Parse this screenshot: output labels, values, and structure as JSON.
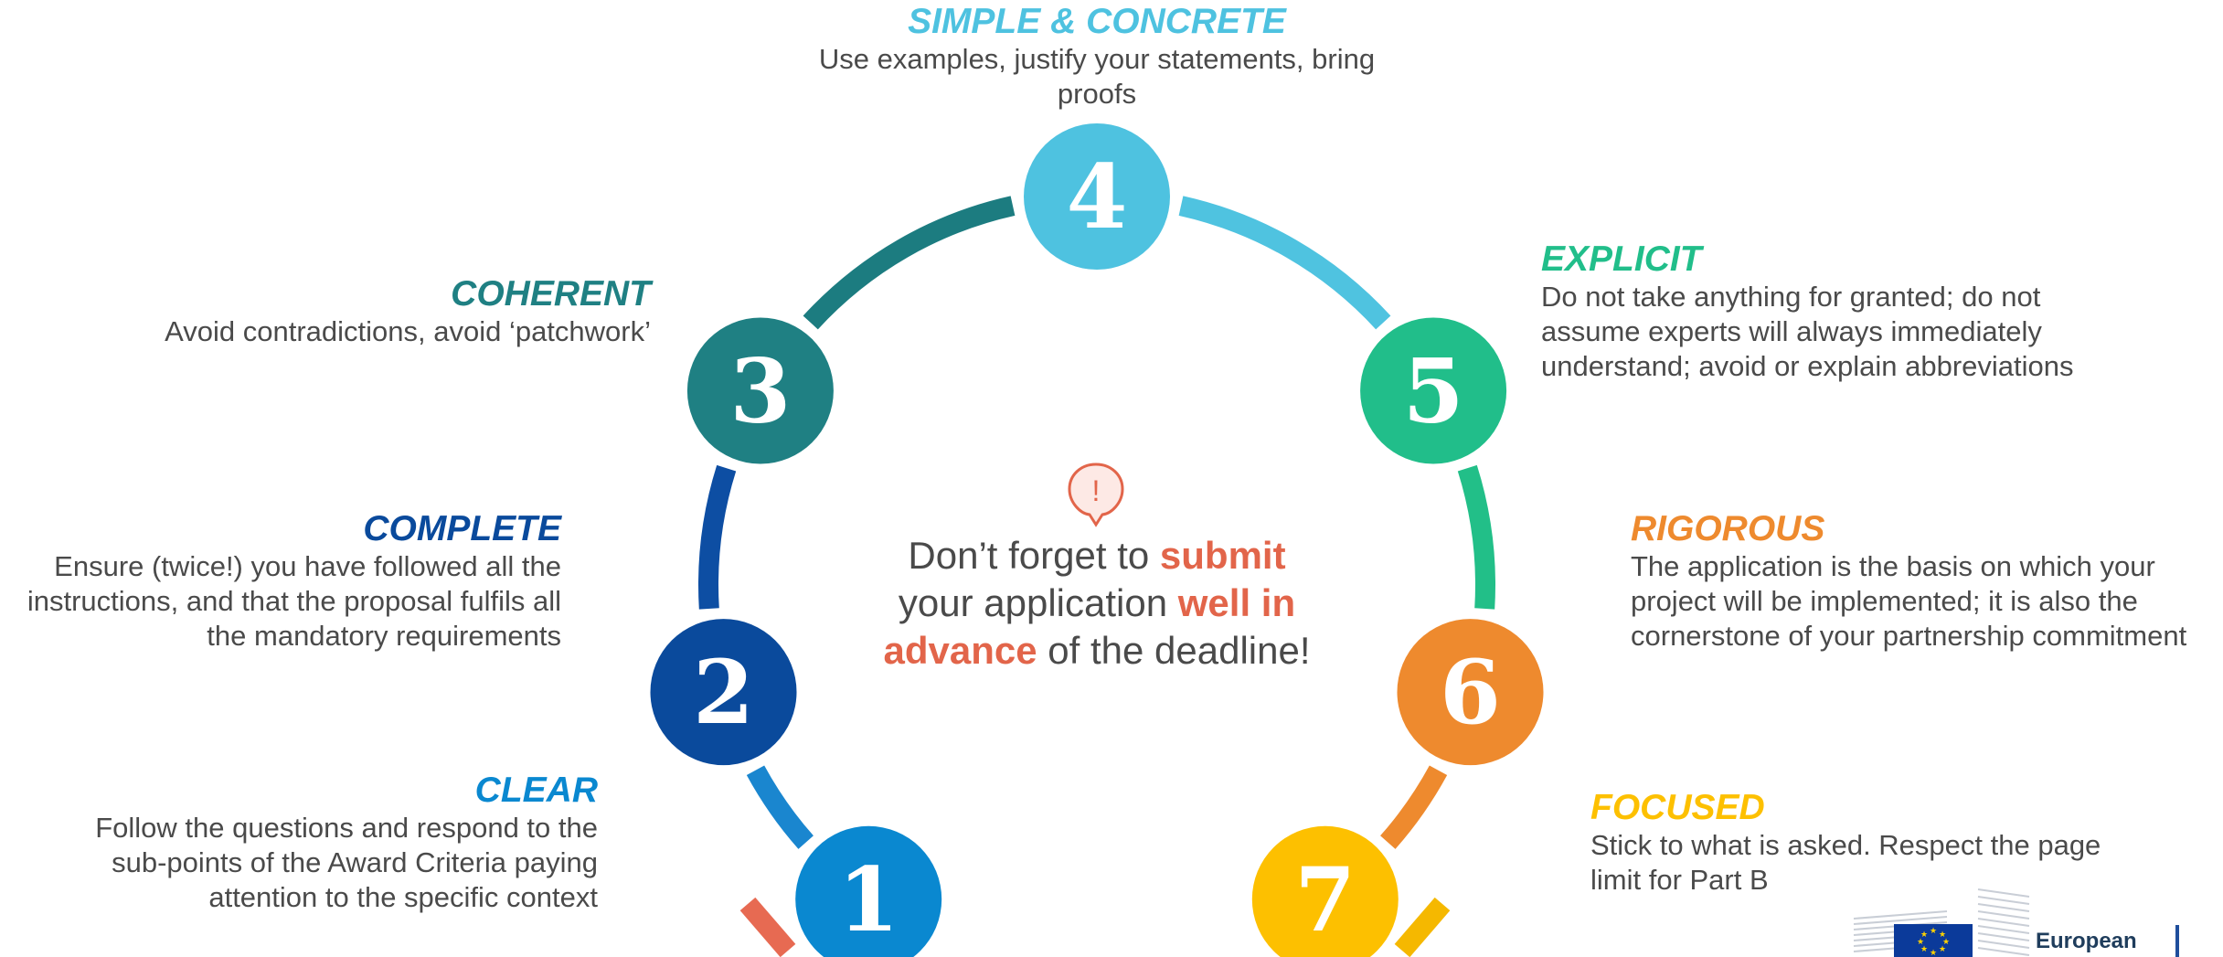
{
  "items": [
    {
      "num": "1",
      "title": "CLEAR",
      "desc": [
        "Follow the questions and respond to the",
        "sub-points of the Award Criteria paying",
        "attention to the specific context"
      ],
      "color": "#0a88d0"
    },
    {
      "num": "2",
      "title": "COMPLETE",
      "desc": [
        "Ensure (twice!) you have followed all the",
        "instructions, and that the proposal fulfils all",
        "the mandatory requirements"
      ],
      "color": "#0a4a9c"
    },
    {
      "num": "3",
      "title": "COHERENT",
      "desc": [
        "Avoid contradictions, avoid ‘patchwork’"
      ],
      "color": "#1f8083"
    },
    {
      "num": "4",
      "title": "SIMPLE & CONCRETE",
      "desc": [
        "Use examples, justify your statements, bring",
        "proofs"
      ],
      "color": "#4ec2e0"
    },
    {
      "num": "5",
      "title": "EXPLICIT",
      "desc": [
        "Do not take anything for granted; do not",
        "assume experts will always immediately",
        "understand; avoid  or explain abbreviations"
      ],
      "color": "#21be8a"
    },
    {
      "num": "6",
      "title": "RIGOROUS",
      "desc": [
        "The application is the basis on which your",
        "project will be implemented; it is also the",
        "cornerstone of your partnership commitment"
      ],
      "color": "#ee8a2e"
    },
    {
      "num": "7",
      "title": "FOCUSED",
      "desc": [
        "Stick to what is asked. Respect the page",
        "limit for Part B"
      ],
      "color": "#fdc000"
    }
  ],
  "center": {
    "icon": "speech-bubble-exclamation-icon",
    "icon_glyph": "!",
    "line1_a": "Don’t forget to ",
    "line1_b": "submit",
    "line2_a": "your application ",
    "line2_b": "well in",
    "line3_a": "advance",
    "line3_b": " of the deadline!"
  },
  "colors": {
    "highlight": "#e2654a",
    "seg_1_2": "#1a86cf",
    "seg_2_3": "#0d4ea3",
    "seg_3_4": "#1c7c80",
    "seg_4_5": "#4fc3e0",
    "seg_5_6": "#22bf88",
    "seg_6_7": "#ee8a2e",
    "tail_left": "#e76a52",
    "tail_right": "#f5b800"
  },
  "footer": {
    "org": "European",
    "logo": "european-commission-logo"
  }
}
